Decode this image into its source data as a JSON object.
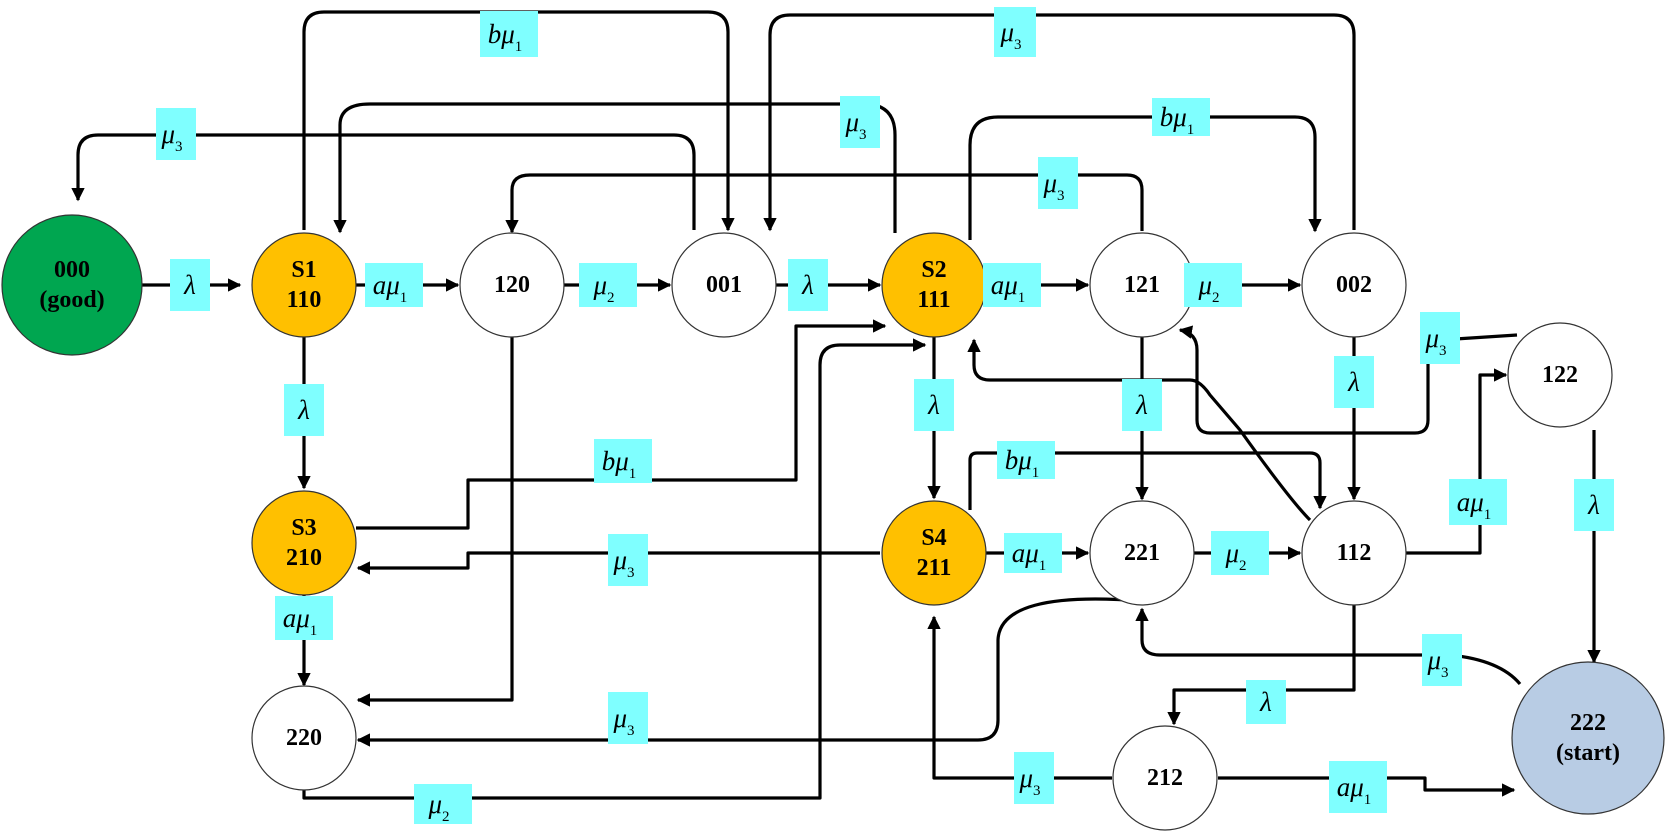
{
  "colors": {
    "good": "#00A650",
    "degraded": "#FFC000",
    "normal": "#FFFFFF",
    "start": "#B8CCE4",
    "label_box": "#7FFFFF",
    "stroke": "#000000"
  },
  "nodes": [
    {
      "id": "000",
      "lines": [
        "000",
        "(good)"
      ],
      "kind": "good"
    },
    {
      "id": "110",
      "lines": [
        "S1",
        "110"
      ],
      "kind": "degraded"
    },
    {
      "id": "120",
      "lines": [
        "120"
      ],
      "kind": "normal"
    },
    {
      "id": "001",
      "lines": [
        "001"
      ],
      "kind": "normal"
    },
    {
      "id": "111",
      "lines": [
        "S2",
        "111"
      ],
      "kind": "degraded"
    },
    {
      "id": "121",
      "lines": [
        "121"
      ],
      "kind": "normal"
    },
    {
      "id": "002",
      "lines": [
        "002"
      ],
      "kind": "normal"
    },
    {
      "id": "122",
      "lines": [
        "122"
      ],
      "kind": "normal"
    },
    {
      "id": "210",
      "lines": [
        "S3",
        "210"
      ],
      "kind": "degraded"
    },
    {
      "id": "211",
      "lines": [
        "S4",
        "211"
      ],
      "kind": "degraded"
    },
    {
      "id": "221",
      "lines": [
        "221"
      ],
      "kind": "normal"
    },
    {
      "id": "112",
      "lines": [
        "112"
      ],
      "kind": "normal"
    },
    {
      "id": "220",
      "lines": [
        "220"
      ],
      "kind": "normal"
    },
    {
      "id": "212",
      "lines": [
        "212"
      ],
      "kind": "normal"
    },
    {
      "id": "222",
      "lines": [
        "222",
        "(start)"
      ],
      "kind": "start"
    }
  ],
  "rates": [
    {
      "id": "r01",
      "main": "λ",
      "sub": ""
    },
    {
      "id": "r02",
      "main": "aμ",
      "sub": "1"
    },
    {
      "id": "r03",
      "main": "μ",
      "sub": "2"
    },
    {
      "id": "r04",
      "main": "λ",
      "sub": ""
    },
    {
      "id": "r05",
      "main": "aμ",
      "sub": "1"
    },
    {
      "id": "r06",
      "main": "μ",
      "sub": "2"
    },
    {
      "id": "r07",
      "main": "bμ",
      "sub": "1"
    },
    {
      "id": "r08",
      "main": "μ",
      "sub": "3"
    },
    {
      "id": "r09",
      "main": "μ",
      "sub": "3"
    },
    {
      "id": "r10",
      "main": "μ",
      "sub": "3"
    },
    {
      "id": "r11",
      "main": "bμ",
      "sub": "1"
    },
    {
      "id": "r12",
      "main": "μ",
      "sub": "3"
    },
    {
      "id": "r13",
      "main": "λ",
      "sub": ""
    },
    {
      "id": "r14",
      "main": "λ",
      "sub": ""
    },
    {
      "id": "r15",
      "main": "λ",
      "sub": ""
    },
    {
      "id": "r16",
      "main": "λ",
      "sub": ""
    },
    {
      "id": "r17",
      "main": "μ",
      "sub": "3"
    },
    {
      "id": "r18",
      "main": "bμ",
      "sub": "1"
    },
    {
      "id": "r19",
      "main": "bμ",
      "sub": "1"
    },
    {
      "id": "r20",
      "main": "aμ",
      "sub": "1"
    },
    {
      "id": "r21",
      "main": "λ",
      "sub": ""
    },
    {
      "id": "r22",
      "main": "μ",
      "sub": "3"
    },
    {
      "id": "r23",
      "main": "aμ",
      "sub": "1"
    },
    {
      "id": "r24",
      "main": "μ",
      "sub": "2"
    },
    {
      "id": "r25",
      "main": "aμ",
      "sub": "1"
    },
    {
      "id": "r26",
      "main": "μ",
      "sub": "3"
    },
    {
      "id": "r27",
      "main": "μ",
      "sub": "3"
    },
    {
      "id": "r28",
      "main": "λ",
      "sub": ""
    },
    {
      "id": "r29",
      "main": "μ",
      "sub": "2"
    },
    {
      "id": "r30",
      "main": "μ",
      "sub": "3"
    },
    {
      "id": "r31",
      "main": "aμ",
      "sub": "1"
    }
  ]
}
